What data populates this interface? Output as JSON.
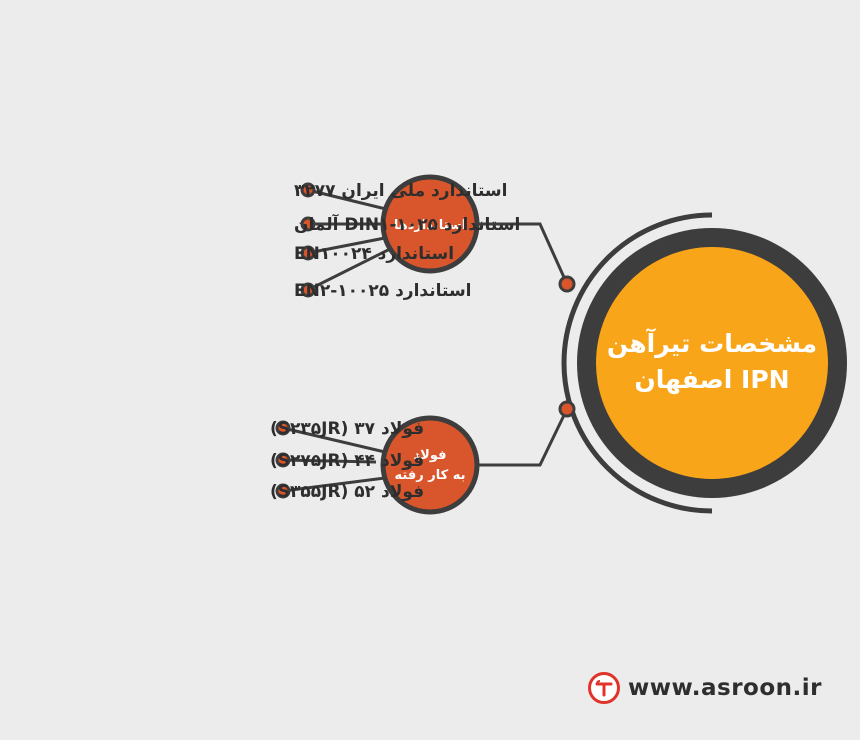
{
  "main_node": {
    "title_line1": "مشخصات تیرآهن",
    "title_line2": "IPN  اصفهان",
    "fill_color": "#f9a51a",
    "ring_color": "#3d3d3d"
  },
  "standards_hub": {
    "label": "استانداردها",
    "color": "#d9552b",
    "items": [
      "استاندارد ملی ایران ۳۲۷۷",
      "استاندارد DIN۱-۱۰۲۵  آلمان",
      "استاندارد EN۱۰۰۲۴",
      "استاندارد EN۲-۱۰۰۲۵"
    ]
  },
  "steel_hub": {
    "label_line1": "فولاد",
    "label_line2": "به کار رفته",
    "color": "#d9552b",
    "items": [
      "فولاد ۳۷ (S۲۳۵JR)",
      "فولاد ۴۴ (S۲۷۵JR)",
      "فولاد ۵۲ (S۳۵۵JR)"
    ]
  },
  "footer": {
    "website": "www.asroon.ir",
    "logo_icon": "asroon-logo-icon",
    "accent_color": "#e0332a"
  }
}
